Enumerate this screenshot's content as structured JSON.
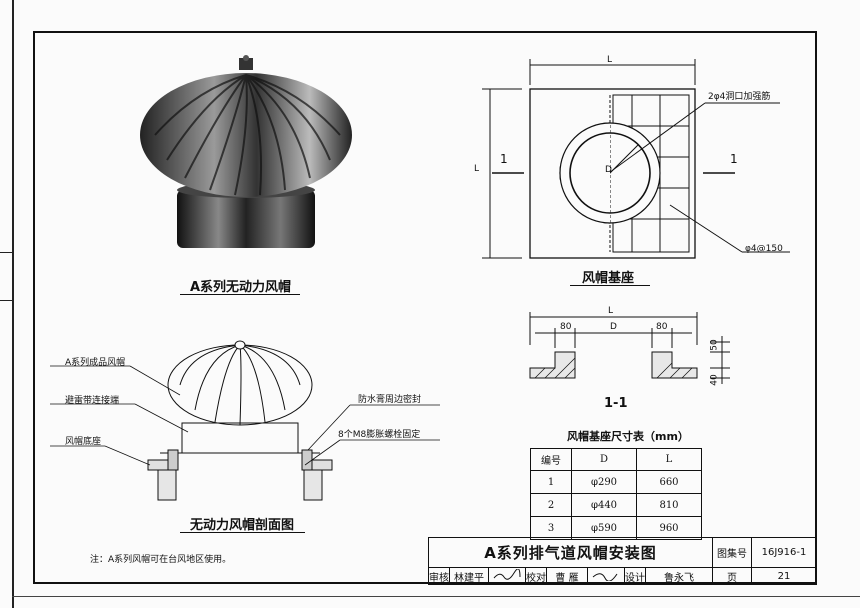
{
  "drawing": {
    "title": "A系列排气道风帽安装图",
    "atlas_label": "图集号",
    "atlas_no": "16J916-1",
    "page_label": "页",
    "page_no": "21",
    "note": "注：A系列风帽可在台风地区使用。"
  },
  "signoff": {
    "review_label": "审核",
    "reviewer": "林建平",
    "check_label": "校对",
    "checker": "曹 雁",
    "design_label": "设计",
    "designer": "鲁永飞"
  },
  "photo": {
    "caption": "A系列无动力风帽"
  },
  "base_plan": {
    "caption": "风帽基座",
    "dim_L_top": "L",
    "dim_L_left": "L",
    "section_left": "1",
    "section_right": "1",
    "d_label": "D",
    "callout_top": "2φ4洞口加强筋",
    "callout_bottom": "φ4@150"
  },
  "section": {
    "caption": "1-1",
    "dim_L": "L",
    "dim_80_left": "80",
    "dim_D": "D",
    "dim_80_right": "80",
    "dim_50": "50",
    "dim_40": "40"
  },
  "cutaway": {
    "caption": "无动力风帽剖面图",
    "label_product": "A系列成品风帽",
    "label_lightning": "避雷带连接端",
    "label_base": "风帽底座",
    "label_seal": "防水膏周边密封",
    "label_bolts": "8个M8膨胀螺栓固定"
  },
  "size_table": {
    "title": "风帽基座尺寸表（mm）",
    "headers": [
      "编号",
      "D",
      "L"
    ],
    "rows": [
      [
        "1",
        "φ290",
        "660"
      ],
      [
        "2",
        "φ440",
        "810"
      ],
      [
        "3",
        "φ590",
        "960"
      ]
    ]
  }
}
